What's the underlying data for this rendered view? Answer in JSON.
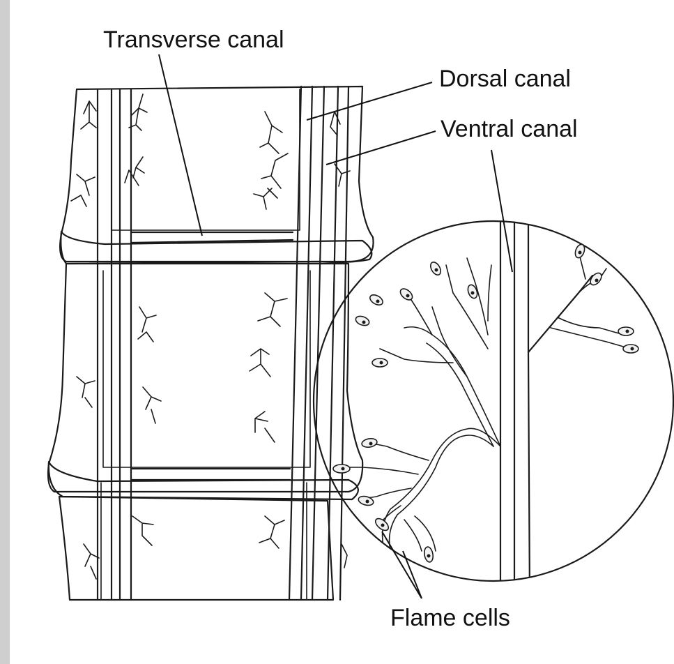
{
  "labels": {
    "transverse": "Transverse canal",
    "dorsal": "Dorsal canal",
    "ventral": "Ventral canal",
    "flame": "Flame cells"
  }
}
